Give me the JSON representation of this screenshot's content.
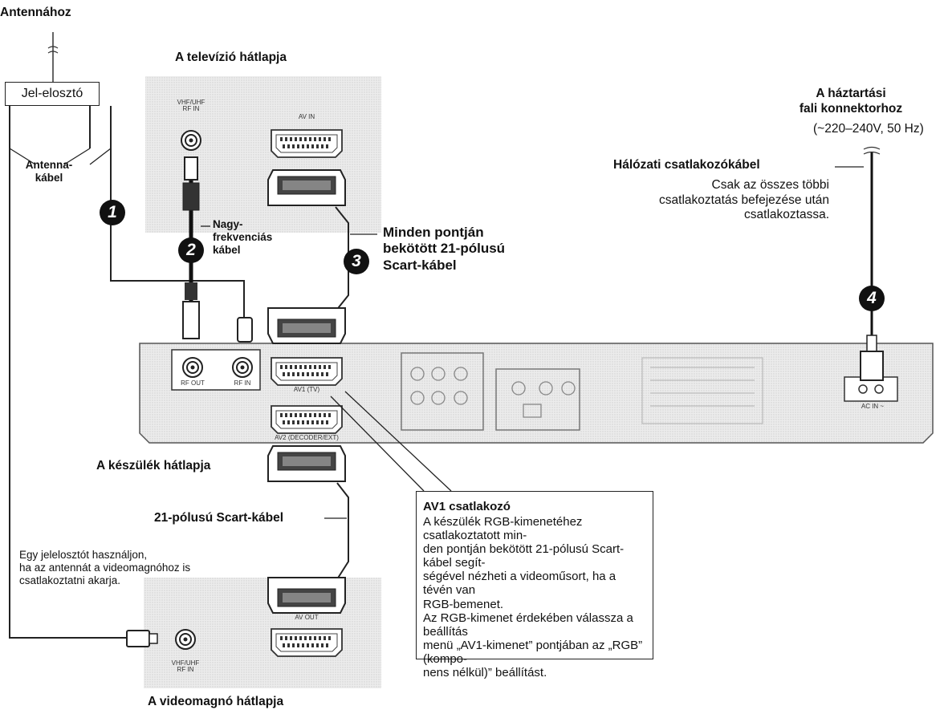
{
  "labels": {
    "antenna": "Antennához",
    "splitter": "Jel-elosztó",
    "tv_back": "A televízió hátlapja",
    "antenna_cable": "Antenna-\nkábel",
    "rf_cable": "Nagy-\nfrekvenciás\nkábel",
    "scart_full": "Minden pontján\nbekötött 21-pólusú\nScart-kábel",
    "mains_to": "A háztartási\nfali konnektorhoz",
    "mains_spec": "(~220–240V, 50 Hz)",
    "power_cable": "Hálózati csatlakozókábel",
    "power_note": "Csak az összes többi\ncsatlakoztatás befejezése után\ncsatlakoztassa.",
    "device_back": "A készülék hátlapja",
    "scart_21": "21-pólusú Scart-kábel",
    "splitter_hint": "Egy jelelosztót használjon,\nha az antennát a videomagnóhoz is\ncsatlakoztatni akarja.",
    "vcr_back": "A videomagnó hátlapja"
  },
  "badges": [
    "1",
    "2",
    "3",
    "4"
  ],
  "panel_text": {
    "tv_rf": "VHF/UHF\nRF IN",
    "tv_av": "AV IN",
    "vcr_rf": "VHF/UHF\nRF IN",
    "vcr_av": "AV OUT",
    "rf_out": "RF OUT",
    "rf_in": "RF IN",
    "av1": "AV1 (TV)",
    "av2": "AV2 (DECODER/EXT)",
    "ac_in": "AC IN ~"
  },
  "av1_note": {
    "title": "AV1 csatlakozó",
    "body": "A készülék RGB-kimenetéhez csatlakoztatott min-\nden pontján bekötött 21-pólusú Scart-kábel segít-\nségével nézheti a videoműsort, ha a tévén van\nRGB-bemenet.\nAz RGB-kimenet érdekében válassza a beállítás\nmenü „AV1-kimenet” pontjában az „RGB” (kompo-\nnens nélkül)” beállítást."
  }
}
